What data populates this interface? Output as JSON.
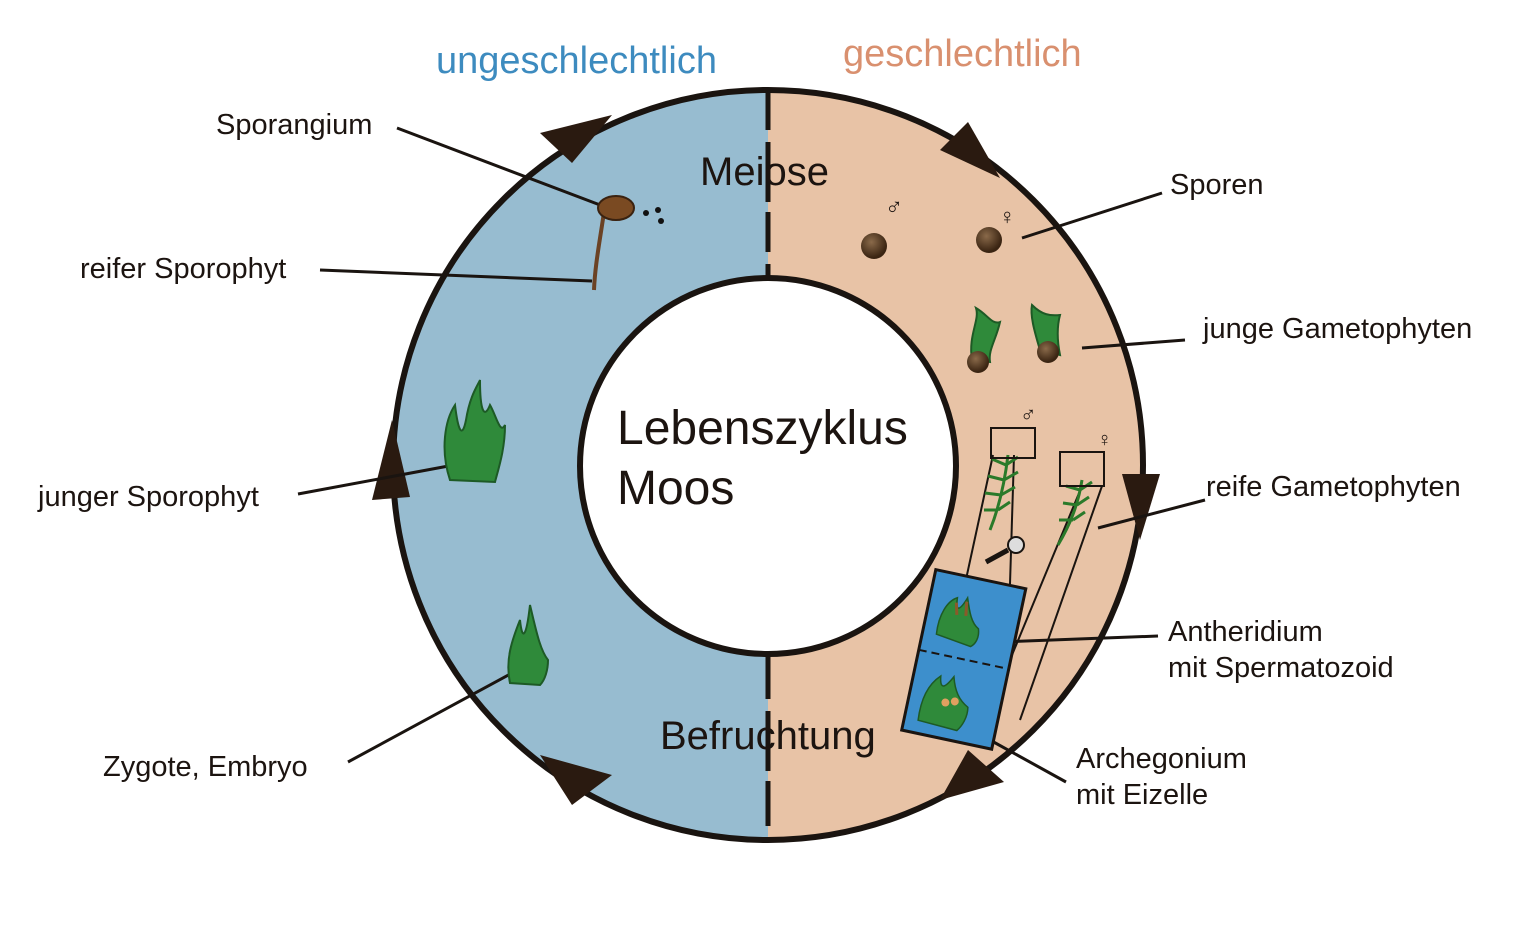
{
  "headers": {
    "asexual": "ungeschlechtlich",
    "sexual": "geschlechtlich",
    "asexual_color": "#3d8bbf",
    "sexual_color": "#d9906f"
  },
  "center": {
    "line1": "Lebenszyklus",
    "line2": "Moos"
  },
  "phases": {
    "top": "Meiose",
    "bottom": "Befruchtung"
  },
  "labels": {
    "sporangium": "Sporangium",
    "reifer_sporophyt": "reifer Sporophyt",
    "junger_sporophyt": "junger Sporophyt",
    "zygote": "Zygote, Embryo",
    "sporen": "Sporen",
    "junge_gametophyten": "junge Gametophyten",
    "reife_gametophyten": "reife Gametophyten",
    "antheridium_1": "Antheridium",
    "antheridium_2": "mit Spermatozoid",
    "archegonium_1": "Archegonium",
    "archegonium_2": "mit Eizelle"
  },
  "symbols": {
    "male": "♂",
    "female": "♀"
  },
  "colors": {
    "ring_left": "#97bcd0",
    "ring_right": "#e8c3a6",
    "ring_outline": "#1a1410",
    "moss_green": "#2f8a3a",
    "inset_blue": "#3d8fcc"
  },
  "icons": [
    "magnifier-icon",
    "spore-icon",
    "moss-plant-icon",
    "sporophyte-icon"
  ]
}
